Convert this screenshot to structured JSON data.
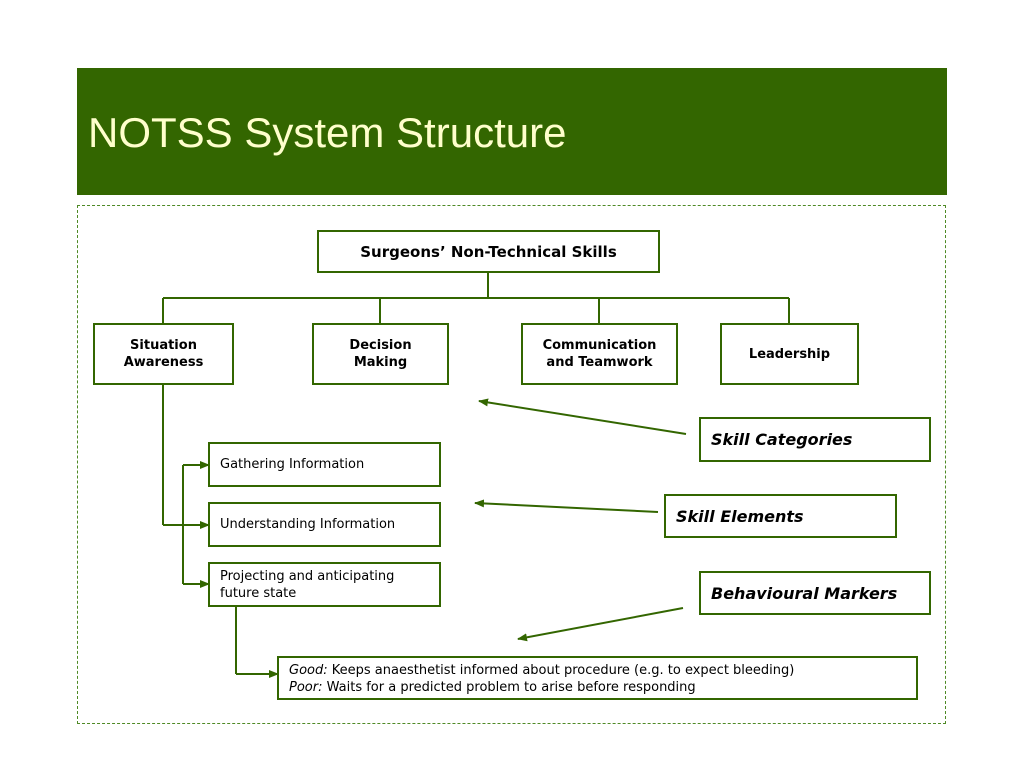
{
  "slide": {
    "title": "NOTSS System Structure"
  },
  "colors": {
    "header_bg": "#336600",
    "title_text": "#ffffcc",
    "box_border": "#336600",
    "frame_border": "#4f8a26"
  },
  "root": {
    "label": "Surgeons’ Non-Technical Skills"
  },
  "categories": [
    {
      "label": "Situation\nAwareness"
    },
    {
      "label": "Decision\nMaking"
    },
    {
      "label": "Communication\nand Teamwork"
    },
    {
      "label": "Leadership"
    }
  ],
  "elements": [
    {
      "label": "Gathering Information"
    },
    {
      "label": "Understanding Information"
    },
    {
      "label": "Projecting and anticipating\nfuture state"
    }
  ],
  "markers": {
    "good_label": "Good:",
    "good_text": "Keeps anaesthetist informed about procedure (e.g. to expect bleeding)",
    "poor_label": "Poor:",
    "poor_text": "Waits for a predicted problem to arise before responding"
  },
  "legend": {
    "skill_categories": "Skill Categories",
    "skill_elements": "Skill Elements",
    "behavioural_markers": "Behavioural Markers"
  }
}
